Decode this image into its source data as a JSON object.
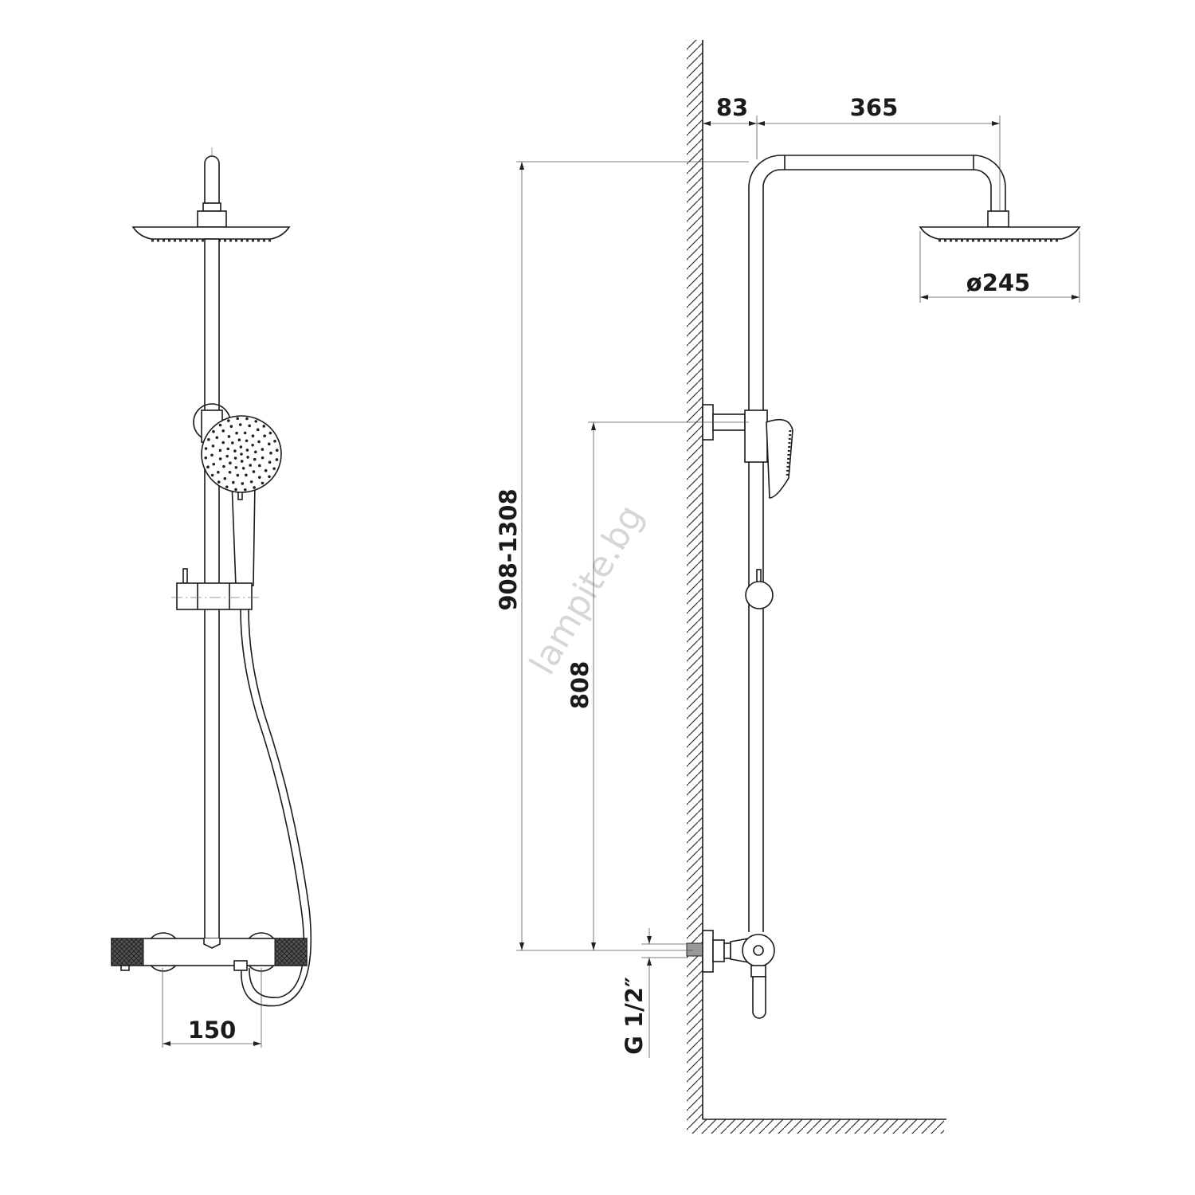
{
  "drawing": {
    "watermark": "lampite.bg",
    "dimensions": {
      "wall_offset": "83",
      "arm_length": "365",
      "head_diameter": "ø245",
      "height_range": "908-1308",
      "bracket_height": "808",
      "thread": "G 1/2″",
      "mixer_spacing": "150"
    },
    "colors": {
      "line": "#1a1a1a",
      "watermark": "#d6d6d6"
    }
  }
}
